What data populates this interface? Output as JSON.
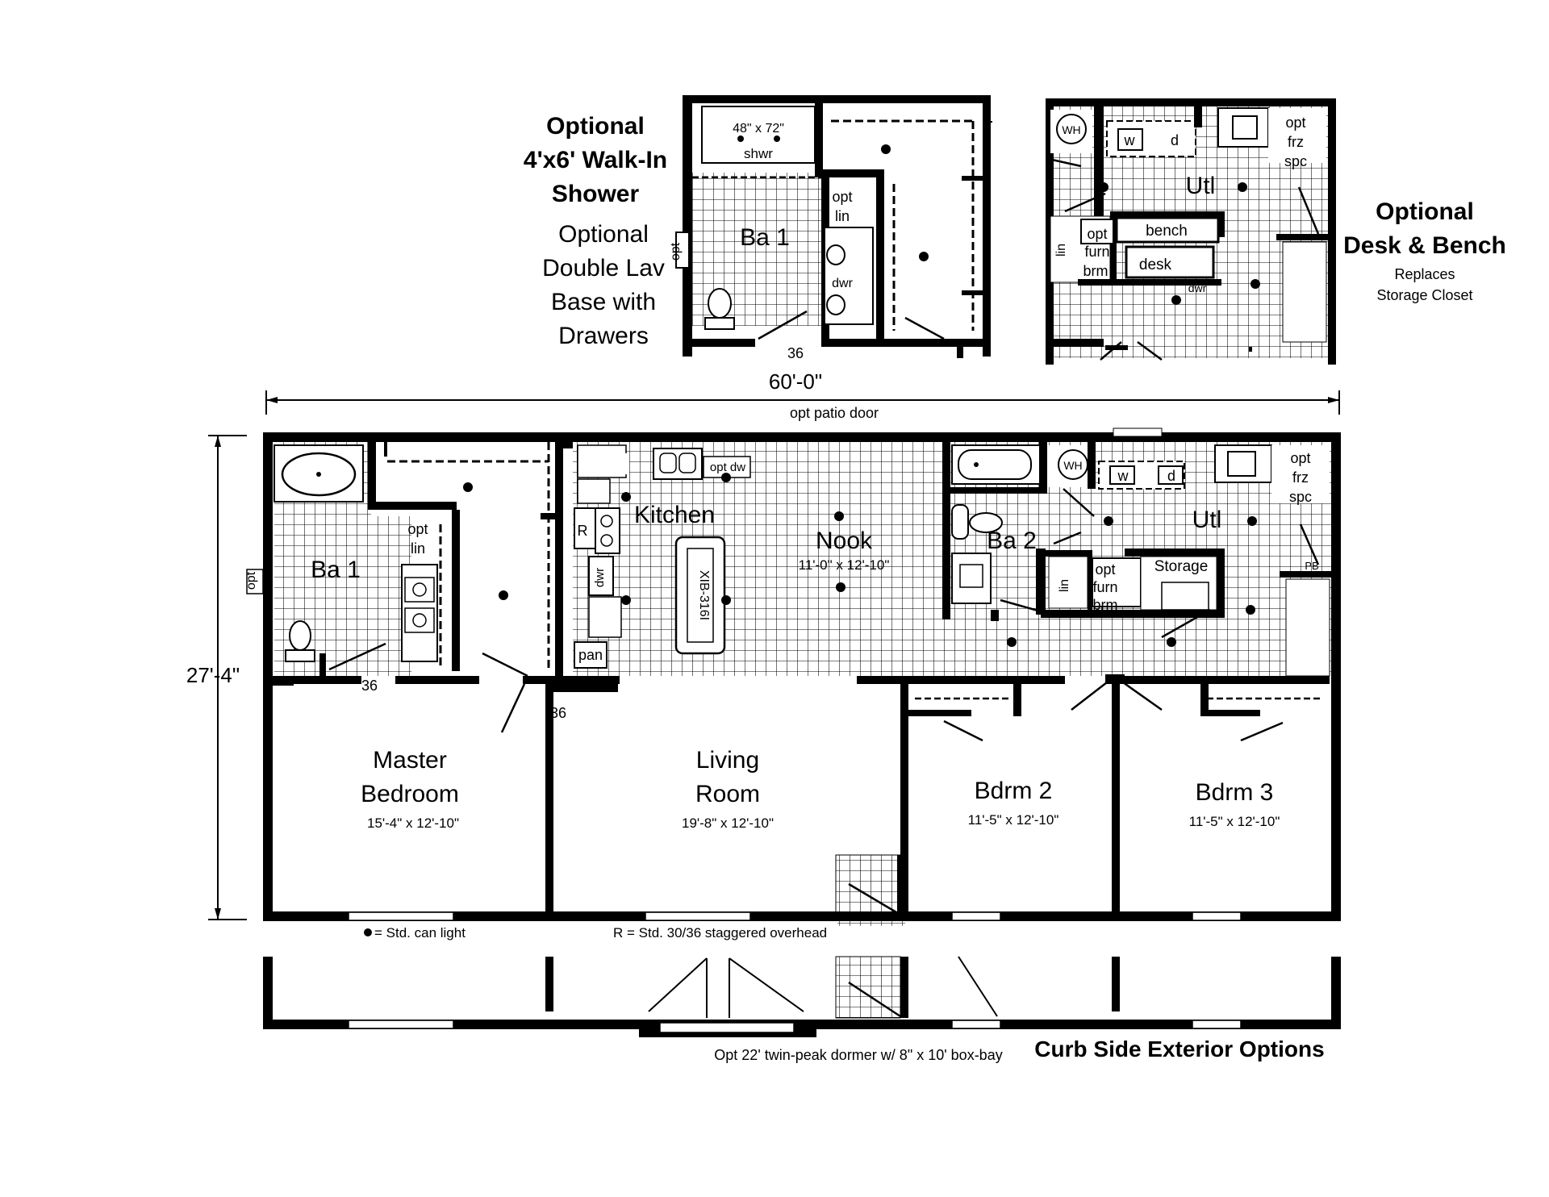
{
  "overall_width": "60'-0\"",
  "overall_depth": "27'-4\"",
  "patio_door": "opt patio door",
  "legend": {
    "can_light": "= Std. can light",
    "overhead": "R = Std. 30/36 staggered overhead"
  },
  "inset_shower": {
    "title": [
      "Optional",
      "4'x6' Walk-In",
      "Shower"
    ],
    "subtitle": [
      "Optional",
      "Double Lav",
      "Base with",
      "Drawers"
    ],
    "shower_size": "48\" x 72\"",
    "shower_label": "shwr",
    "room": "Ba 1",
    "opt_lin": [
      "opt",
      "lin"
    ],
    "drawer": "dwr",
    "opt_side": "opt",
    "door_size": "36"
  },
  "inset_desk": {
    "title": [
      "Optional",
      "Desk & Bench"
    ],
    "subtitle": [
      "Replaces",
      "Storage Closet"
    ],
    "room": "Utl",
    "wh": "WH",
    "washer": "w",
    "dryer": "d",
    "freezer": [
      "opt",
      "frz",
      "spc"
    ],
    "linen": "lin",
    "furnace": [
      "opt",
      "furn"
    ],
    "brm": "brm",
    "bench": "bench",
    "desk": "desk",
    "drawer": "dwr"
  },
  "rooms": {
    "ba1": "Ba 1",
    "opt_side": "opt",
    "opt_lin": [
      "opt",
      "lin"
    ],
    "door_36_a": "36",
    "door_36_b": "36",
    "kitchen": "Kitchen",
    "range": "R",
    "dw": "dwr",
    "pantry": "pan",
    "island": "XIB-316I",
    "opt_dw": "opt dw",
    "nook": "Nook",
    "nook_size": "11'-0\" x 12'-10\"",
    "ba2": "Ba 2",
    "wh": "WH",
    "washer": "w",
    "dryer": "d",
    "utl": "Utl",
    "freezer": [
      "opt",
      "frz",
      "spc"
    ],
    "pb": "PB",
    "linen": "lin",
    "furnace": [
      "opt",
      "furn"
    ],
    "brm": "brm",
    "storage": "Storage",
    "master": [
      "Master",
      "Bedroom"
    ],
    "master_size": "15'-4\" x 12'-10\"",
    "living": [
      "Living",
      "Room"
    ],
    "living_size": "19'-8\" x 12'-10\"",
    "bdrm2": "Bdrm 2",
    "bdrm2_size": "11'-5\" x 12'-10\"",
    "bdrm3": "Bdrm 3",
    "bdrm3_size": "11'-5\" x 12'-10\""
  },
  "exterior": {
    "dormer_note": "Opt 22' twin-peak dormer w/ 8\" x 10' box-bay",
    "title": "Curb Side Exterior Options"
  }
}
